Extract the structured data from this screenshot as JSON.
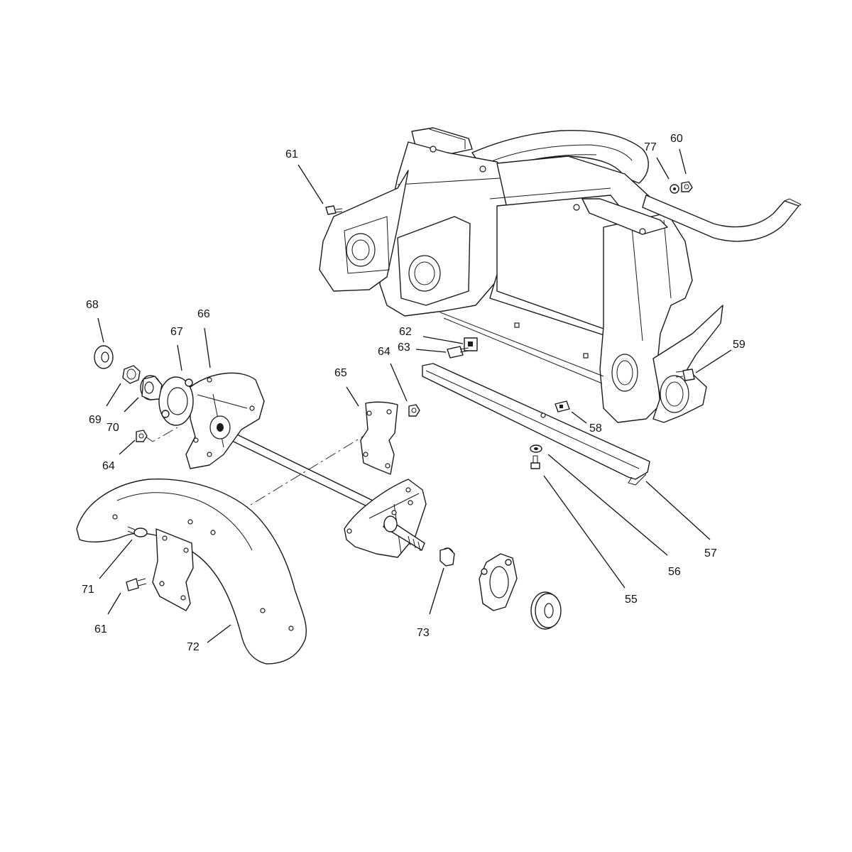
{
  "callouts": [
    {
      "id": "c55",
      "text": "55"
    },
    {
      "id": "c56",
      "text": "56"
    },
    {
      "id": "c57",
      "text": "57"
    },
    {
      "id": "c58",
      "text": "58"
    },
    {
      "id": "c59",
      "text": "59"
    },
    {
      "id": "c60",
      "text": "60"
    },
    {
      "id": "c61a",
      "text": "61"
    },
    {
      "id": "c61b",
      "text": "61"
    },
    {
      "id": "c62",
      "text": "62"
    },
    {
      "id": "c63",
      "text": "63"
    },
    {
      "id": "c64a",
      "text": "64"
    },
    {
      "id": "c64b",
      "text": "64"
    },
    {
      "id": "c65",
      "text": "65"
    },
    {
      "id": "c66",
      "text": "66"
    },
    {
      "id": "c67",
      "text": "67"
    },
    {
      "id": "c68",
      "text": "68"
    },
    {
      "id": "c69",
      "text": "69"
    },
    {
      "id": "c70",
      "text": "70"
    },
    {
      "id": "c71",
      "text": "71"
    },
    {
      "id": "c72",
      "text": "72"
    },
    {
      "id": "c73",
      "text": "73"
    },
    {
      "id": "c77",
      "text": "77"
    }
  ]
}
